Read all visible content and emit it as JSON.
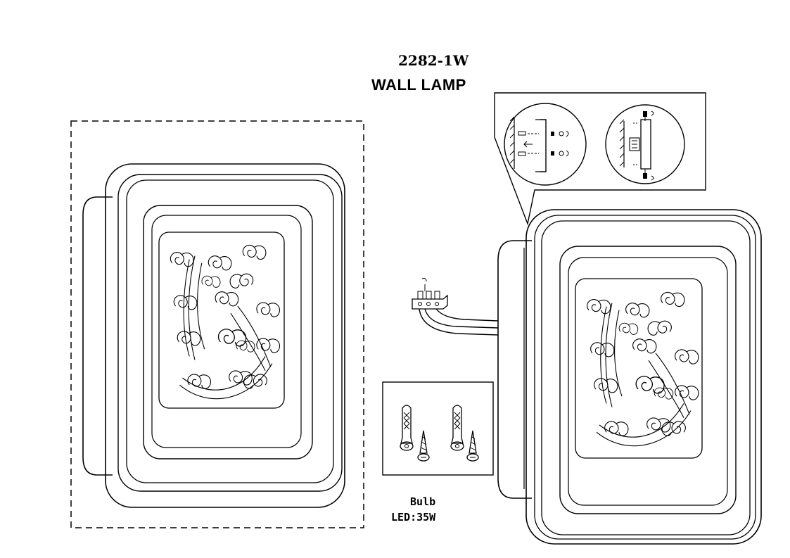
{
  "header": {
    "model_number": "2282-1W",
    "product_name": "WALL LAMP"
  },
  "bulb": {
    "label": "Bulb",
    "spec": "LED:35W"
  },
  "icons": {
    "wall_anchor": "wall-anchor-icon",
    "screw": "screw-icon",
    "terminal_block": "terminal-block-icon",
    "mounting_bracket": "mounting-bracket-icon"
  },
  "colors": {
    "line": "#000000",
    "background": "#ffffff"
  }
}
